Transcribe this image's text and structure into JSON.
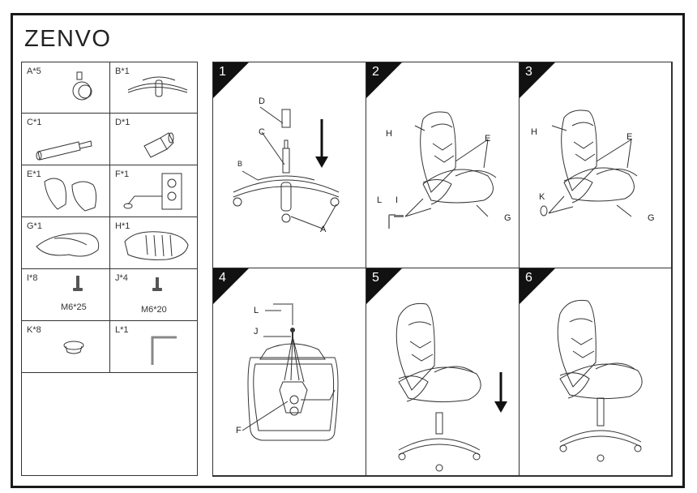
{
  "brand": "ZENVO",
  "parts": [
    {
      "id": "A",
      "label": "A*5",
      "name": "caster"
    },
    {
      "id": "B",
      "label": "B*1",
      "name": "base"
    },
    {
      "id": "C",
      "label": "C*1",
      "name": "gas-lift"
    },
    {
      "id": "D",
      "label": "D*1",
      "name": "gas-lift-cover"
    },
    {
      "id": "E",
      "label": "E*1",
      "name": "armrests"
    },
    {
      "id": "F",
      "label": "F*1",
      "name": "mechanism"
    },
    {
      "id": "G",
      "label": "G*1",
      "name": "seat"
    },
    {
      "id": "H",
      "label": "H*1",
      "name": "backrest"
    },
    {
      "id": "I",
      "label": "I*8",
      "name": "bolt",
      "spec": "M6*25"
    },
    {
      "id": "J",
      "label": "J*4",
      "name": "bolt",
      "spec": "M6*20"
    },
    {
      "id": "K",
      "label": "K*8",
      "name": "cap"
    },
    {
      "id": "L",
      "label": "L*1",
      "name": "allen-key"
    }
  ],
  "steps": [
    {
      "number": "1",
      "callouts": [
        "D",
        "C",
        "B",
        "A"
      ]
    },
    {
      "number": "2",
      "callouts": [
        "H",
        "E",
        "L",
        "I",
        "G"
      ]
    },
    {
      "number": "3",
      "callouts": [
        "H",
        "E",
        "K",
        "G"
      ]
    },
    {
      "number": "4",
      "callouts": [
        "L",
        "J",
        "F"
      ]
    },
    {
      "number": "5",
      "callouts": []
    },
    {
      "number": "6",
      "callouts": []
    }
  ]
}
